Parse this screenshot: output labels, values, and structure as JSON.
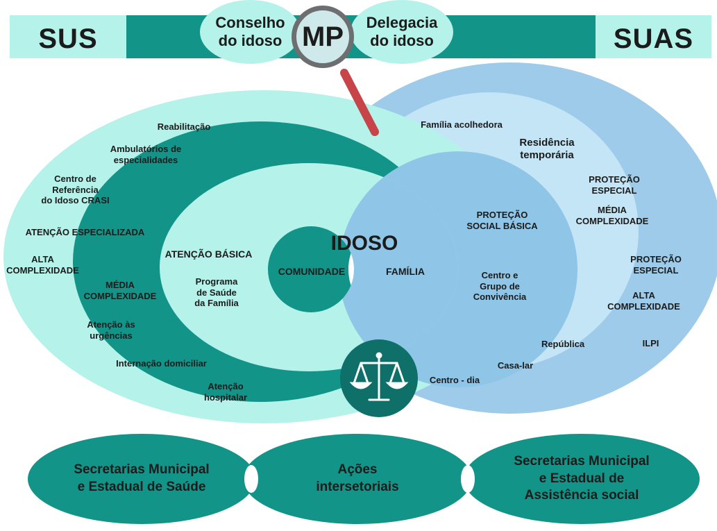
{
  "header": {
    "left_label": "SUS",
    "right_label": "SUAS",
    "bubble_left": "Conselho\ndo idoso",
    "bubble_right": "Delegacia\ndo idoso",
    "magnifier_label": "MP"
  },
  "center": {
    "title": "IDOSO",
    "comunidade": "COMUNIDADE",
    "familia": "FAMÍLIA"
  },
  "sus_side": {
    "reabilitacao": "Reabilitação",
    "ambulatorios": "Ambulatórios de\nespecialidades",
    "crasi": "Centro de\nReferência\ndo Idoso CRASI",
    "atencao_especializada": "ATENÇÃO ESPECIALIZADA",
    "alta_complexidade": "ALTA\nCOMPLEXIDADE",
    "media_complexidade": "MÉDIA\nCOMPLEXIDADE",
    "urgencias": "Atenção às\nurgências",
    "internacao": "Internação domiciliar",
    "hospitalar": "Atenção\nhospitalar",
    "atencao_basica": "ATENÇÃO BÁSICA",
    "psf": "Programa\nde Saúde\nda Família"
  },
  "suas_side": {
    "familia_acolhedora": "Família acolhedora",
    "residencia": "Residência\ntemporária",
    "pe_media": "PROTEÇÃO\nESPECIAL",
    "media_complexidade": "MÉDIA\nCOMPLEXIDADE",
    "pe_alta": "PROTEÇÃO\nESPECIAL",
    "alta_complexidade": "ALTA\nCOMPLEXIDADE",
    "ilpi": "ILPI",
    "protecao_basica": "PROTEÇÃO\nSOCIAL BÁSICA",
    "centro_convivencia": "Centro e\nGrupo de\nConvivência",
    "republica": "República",
    "casa_lar": "Casa-lar",
    "centro_dia": "Centro - dia"
  },
  "bottom": {
    "saude": "Secretarias Municipal\ne Estadual de Saúde",
    "acoes": "Ações\nintersetoriais",
    "assistencia": "Secretarias Municipal\ne Estadual de\nAssistência social"
  },
  "colors": {
    "teal_dark": "#129488",
    "teal_light": "#b4f2ea",
    "blue_outer": "#9dcbe9",
    "blue_mid": "#c4e5f6",
    "blue_inner": "#8fc5e6",
    "circle_dark": "#0f6f69",
    "magnifier_handle": "#c74548"
  },
  "icons": [
    "magnifier-icon",
    "scales-of-justice-icon"
  ]
}
